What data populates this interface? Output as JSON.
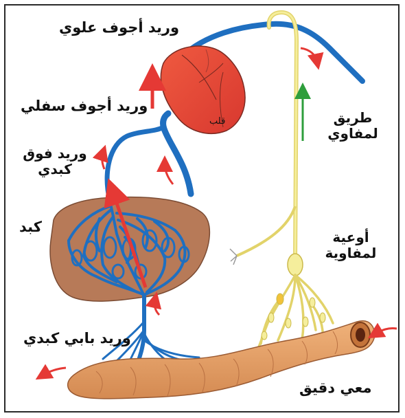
{
  "labels": {
    "superior_vena_cava": "وريد أجوف علوي",
    "inferior_vena_cava": "وريد أجوف سفلي",
    "heart": "قلب",
    "hepatic_vein_line1": "وريد فوق",
    "hepatic_vein_line2": "كبدي",
    "liver": "كبد",
    "portal_vein": "وريد بابي كبدي",
    "thoracic_duct_line1": "طريق",
    "thoracic_duct_line2": "لمفاوي",
    "lymph_vessels_line1": "أوعية",
    "lymph_vessels_line2": "لمفاوية",
    "small_intestine": "معي دقيق"
  },
  "colors": {
    "blood_vessel": "#1f6fc0",
    "heart_fill": "#e4483a",
    "liver_fill": "#b77a58",
    "lymph": "#f0e68c",
    "intestine": "#e4a26c",
    "arrow_red": "#e53935",
    "arrow_green": "#2e9e3c"
  }
}
